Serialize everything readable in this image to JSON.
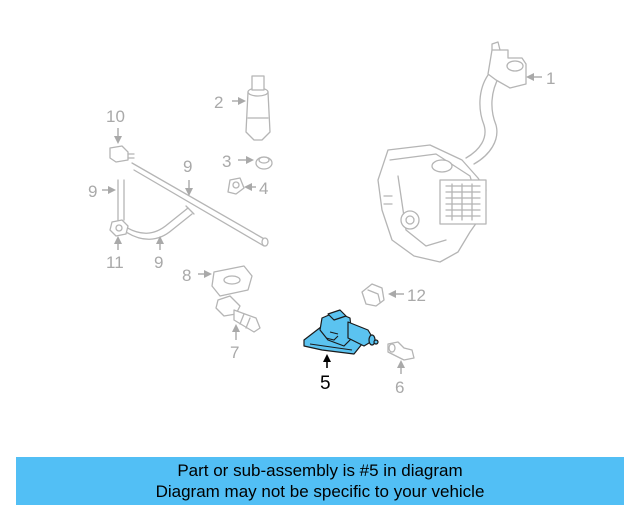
{
  "diagram": {
    "callouts": {
      "c1": "1",
      "c2": "2",
      "c3": "3",
      "c4": "4",
      "c5": "5",
      "c6": "6",
      "c7": "7",
      "c8": "8",
      "c9a": "9",
      "c9b": "9",
      "c9c": "9",
      "c10": "10",
      "c11": "11",
      "c12": "12"
    },
    "highlighted_part": "5",
    "highlight_color": "#5bc3f0"
  },
  "banner": {
    "line1": "Part or sub-assembly is #5 in diagram",
    "line2": "Diagram may not be specific to your vehicle",
    "background": "#52bff5"
  }
}
